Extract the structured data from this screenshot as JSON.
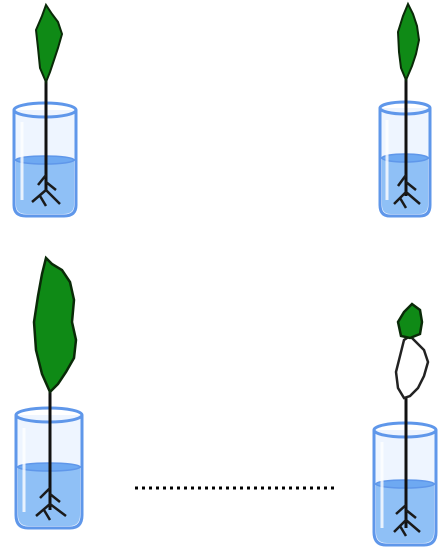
{
  "colors": {
    "leaf": "#0f8a16",
    "leaf_outline": "#0a2a08",
    "stem": "#111111",
    "glass_outline": "#5f97ea",
    "glass_fill": "#eef5ff",
    "water": "#8fc0f6",
    "water_surface": "#6ea9f2",
    "root": "#1a1a1a"
  },
  "figures": [
    {
      "id": "top-left",
      "state": "leaf"
    },
    {
      "id": "top-right",
      "state": "leaf"
    },
    {
      "id": "bottom-left",
      "state": "large-leaf"
    },
    {
      "id": "bottom-right",
      "state": "wilted-leaf"
    }
  ],
  "connector": {
    "style": "dotted"
  }
}
